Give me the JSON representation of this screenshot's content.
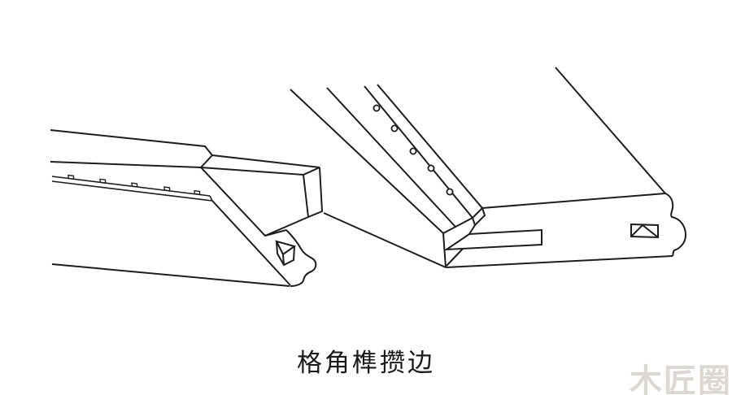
{
  "canvas": {
    "background_color": "#ffffff",
    "line_color": "#1d1d1b"
  },
  "caption": {
    "text": "格角榫攒边"
  },
  "watermark": {
    "text": "木匠圈",
    "color": "#dcd7d0"
  },
  "figures": {
    "left_drawing": {
      "peg_count": 5
    },
    "right_drawing": {
      "hole_count": 5
    }
  }
}
